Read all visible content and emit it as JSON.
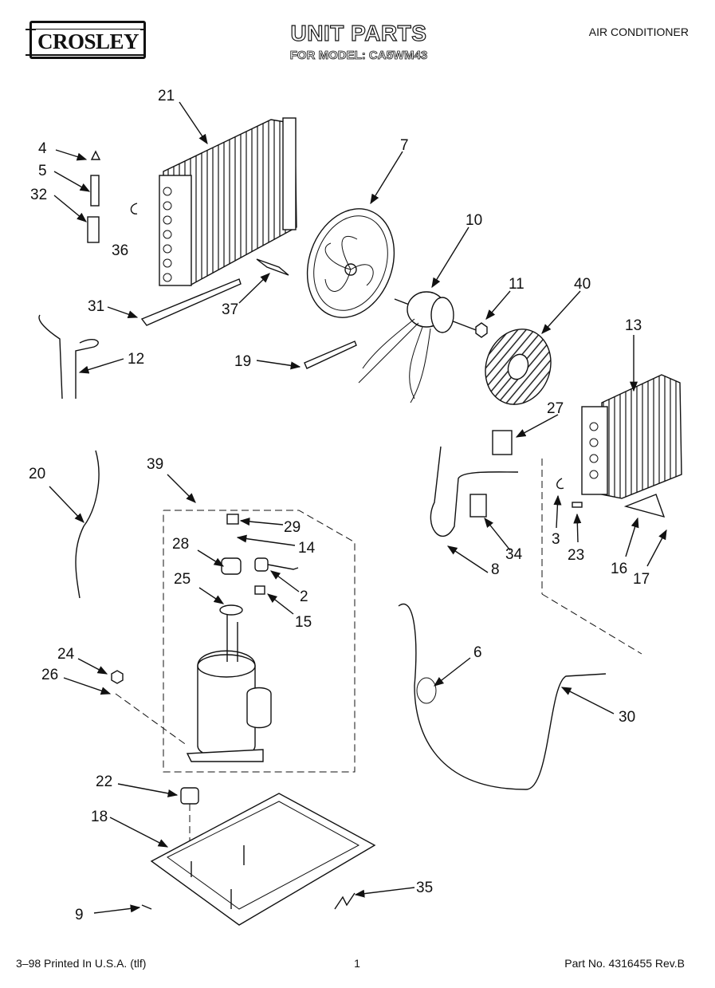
{
  "header": {
    "brand": "CROSLEY",
    "title": "UNIT PARTS",
    "model_line": "FOR MODEL: CA5WM43",
    "category": "AIR CONDITIONER"
  },
  "footer": {
    "left": "3–98 Printed In U.S.A. (tlf)",
    "page": "1",
    "right": "Part No. 4316455 Rev.B"
  },
  "callouts": [
    "21",
    "4",
    "5",
    "32",
    "36",
    "7",
    "10",
    "11",
    "40",
    "13",
    "31",
    "37",
    "12",
    "19",
    "27",
    "20",
    "39",
    "29",
    "14",
    "28",
    "2",
    "25",
    "15",
    "3",
    "23",
    "16",
    "17",
    "34",
    "8",
    "24",
    "26",
    "6",
    "30",
    "22",
    "18",
    "35",
    "9"
  ]
}
